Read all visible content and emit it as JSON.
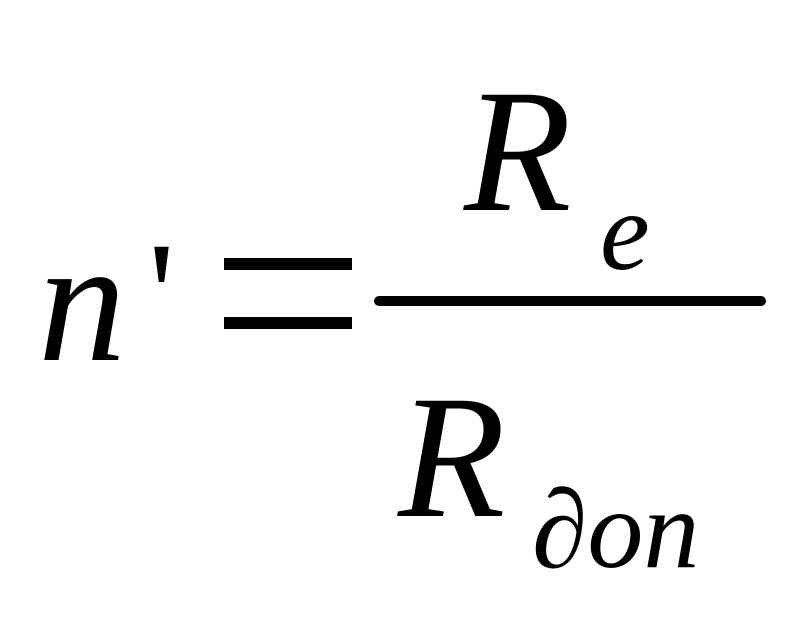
{
  "formula": {
    "lhs": "n",
    "prime": "'",
    "numerator": {
      "main": "R",
      "subscript": "e"
    },
    "denominator": {
      "main": "R",
      "subscript": "∂on"
    }
  }
}
